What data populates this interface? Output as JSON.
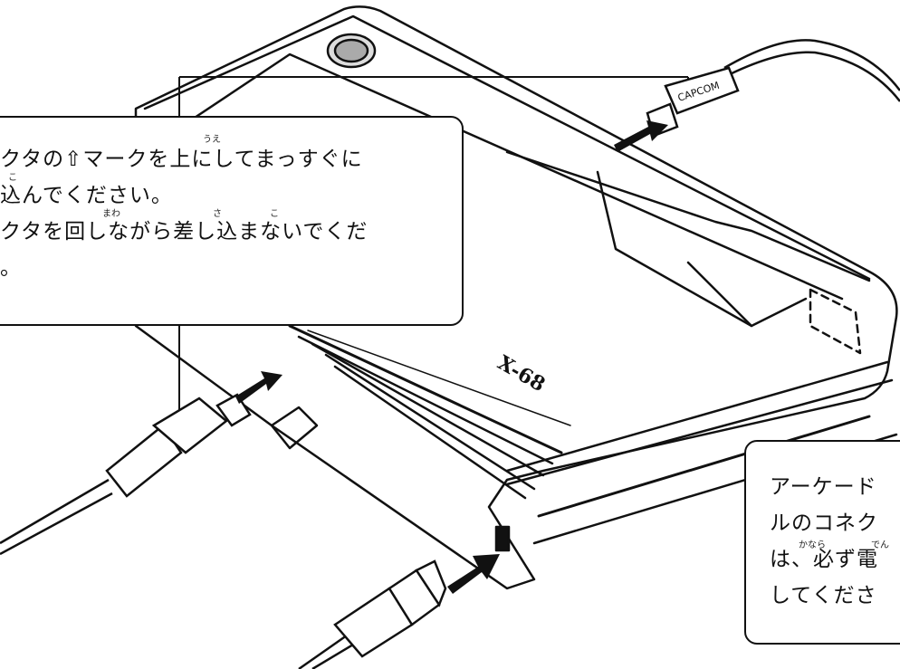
{
  "callout_main": {
    "lines": [
      "クタの⇧マークを上にしてまっすぐに",
      "込んでください。",
      "クタを回しながら差し込まないでくだ",
      "。"
    ],
    "ruby": [
      "うえ",
      "こ",
      "まわ",
      "さ",
      "こ"
    ]
  },
  "callout_side": {
    "lines": [
      "アーケード",
      "ルのコネク",
      "は、必ず電",
      "してくださ"
    ],
    "ruby": [
      "かなら",
      "でん"
    ]
  },
  "device_logo": "X-68",
  "cable_label": "CAPCOM"
}
